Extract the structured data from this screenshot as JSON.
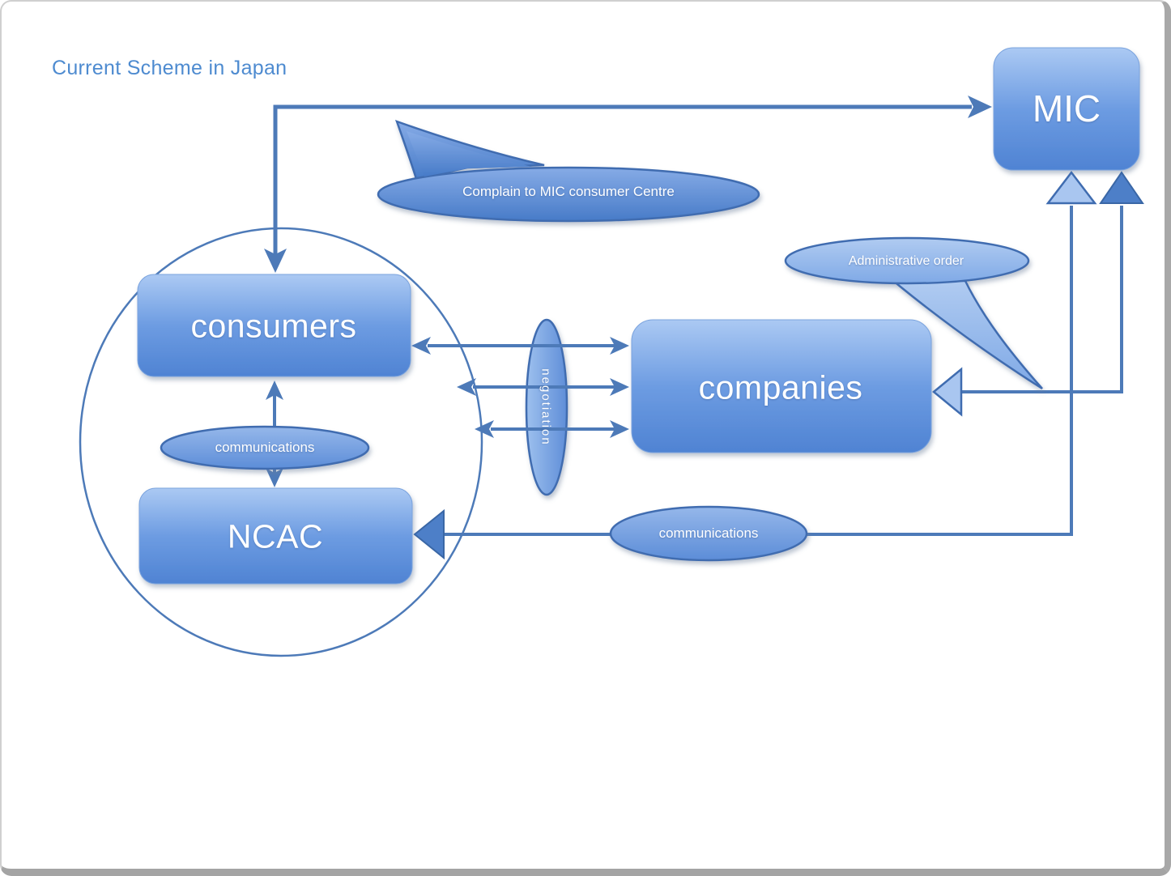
{
  "title": "Current Scheme in Japan",
  "nodes": {
    "consumers": "consumers",
    "ncac": "NCAC",
    "companies": "companies",
    "mic": "MIC"
  },
  "connector_labels": {
    "negotiation": "negotiation",
    "communications_consumers_ncac": "communications",
    "communications_ncac_mic": "communications"
  },
  "callouts": {
    "complain_to_mic": "Complain to MIC consumer Centre",
    "administrative_order": "Administrative order"
  },
  "colors": {
    "accent_line": "#4d7ab8",
    "title_text": "#4e8bd0",
    "node_gradient_top": "#abc9f3",
    "node_gradient_bottom": "#4f83d3",
    "shape_border": "#3f6cb0",
    "light_arrow_fill": "#a9c6f0",
    "dark_arrow_fill": "#4d7fc8",
    "label_text": "#ffffff"
  }
}
